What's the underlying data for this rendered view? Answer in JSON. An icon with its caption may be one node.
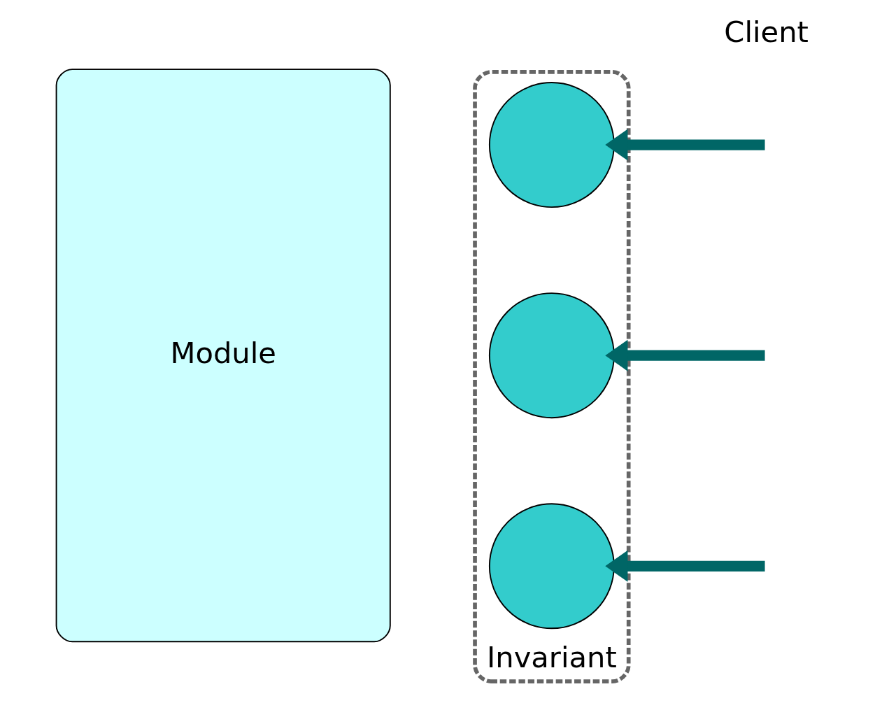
{
  "diagram": {
    "nodes": [
      {
        "text": [
          "Module"
        ]
      },
      {
        "text": [
          "Invariant"
        ]
      },
      {
        "text": [],
        "shape": "circle",
        "in": 1
      },
      {
        "text": [],
        "shape": "circle",
        "in": 1
      },
      {
        "text": [],
        "shape": "circle",
        "in": 1
      }
    ],
    "edges": [
      {
        "from": null,
        "to": 2,
        "arrow": "to",
        "color": "#006666"
      },
      {
        "from": null,
        "to": 3,
        "arrow": "to",
        "color": "#006666"
      },
      {
        "from": null,
        "to": 4,
        "arrow": "to",
        "color": "#006666"
      }
    ],
    "labels": [
      "Client"
    ]
  }
}
